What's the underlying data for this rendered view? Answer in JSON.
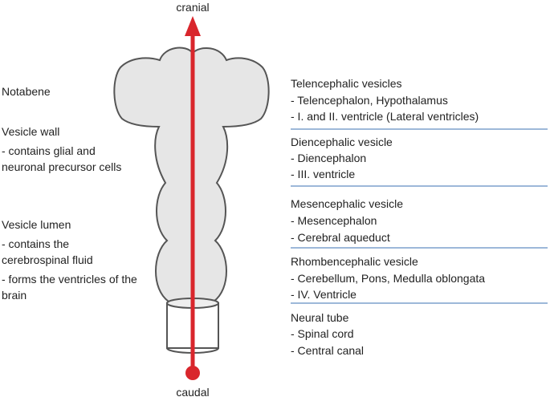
{
  "axis": {
    "top": "cranial",
    "bottom": "caudal"
  },
  "left": {
    "notabene": "Notabene",
    "wall_title": "Vesicle wall",
    "wall_item": "- contains glial and neuronal precursor cells",
    "lumen_title": "Vesicle lumen",
    "lumen_item1": "- contains the cerebrospinal fluid",
    "lumen_item2": "- forms the ventricles of the brain"
  },
  "sections": [
    {
      "title": "Telencephalic vesicles",
      "items": [
        "- Telencephalon, Hypothalamus",
        "- I. and II. ventricle (Lateral ventricles)"
      ]
    },
    {
      "title": "Diencephalic vesicle",
      "items": [
        "- Diencephalon",
        "- III. ventricle"
      ]
    },
    {
      "title": "Mesencephalic vesicle",
      "items": [
        "- Mesencephalon",
        "- Cerebral aqueduct"
      ]
    },
    {
      "title": "Rhombencephalic vesicle",
      "items": [
        "- Cerebellum, Pons, Medulla oblongata",
        "- IV. Ventricle"
      ]
    },
    {
      "title": "Neural tube",
      "items": [
        "- Spinal cord",
        "- Central canal"
      ]
    }
  ],
  "colors": {
    "arrow": "#d9262c",
    "vesicle_fill": "#e6e6e6",
    "outline": "#555555",
    "divider": "#9db8d9"
  }
}
